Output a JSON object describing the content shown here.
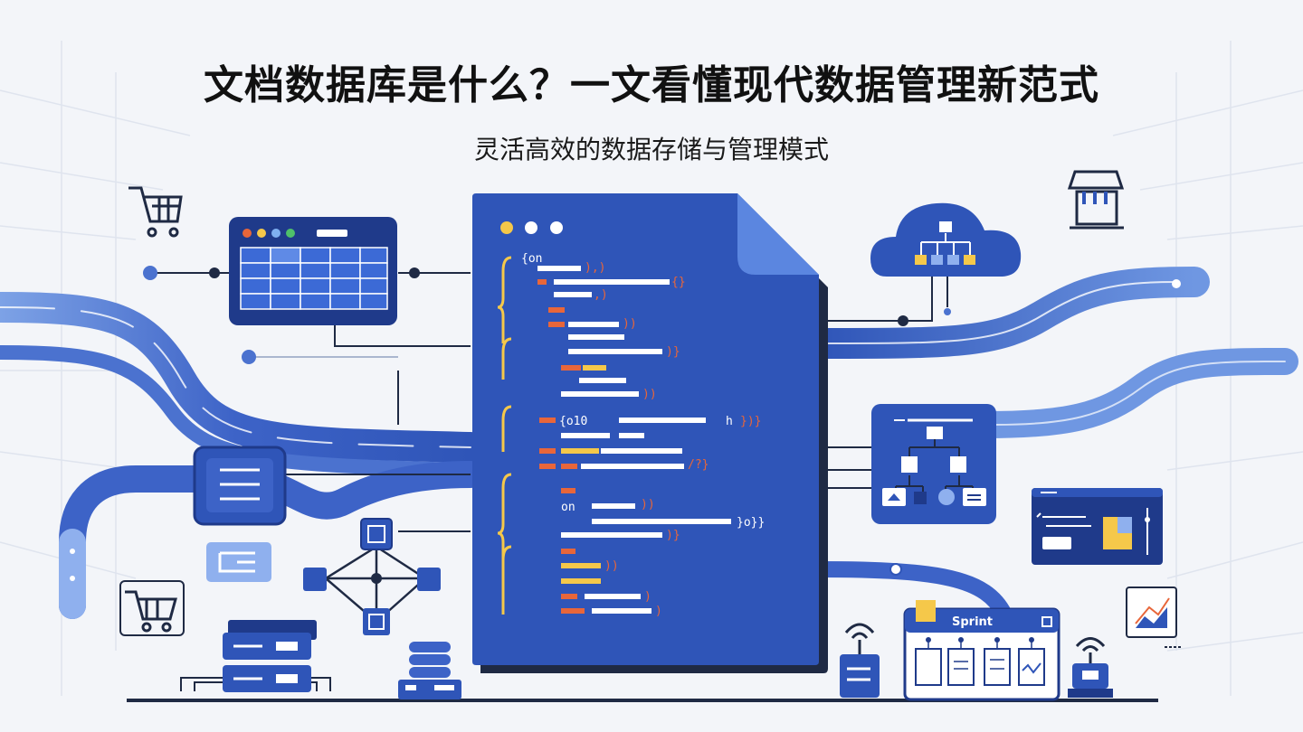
{
  "header": {
    "title": "文档数据库是什么？一文看懂现代数据管理新范式",
    "subtitle": "灵活高效的数据存储与管理模式"
  },
  "document": {
    "code_tokens": [
      "{on",
      "{o10",
      "on",
      "h",
      "})}",
      "}o}}"
    ]
  },
  "board": {
    "label": "Sprint"
  },
  "colors": {
    "primary": "#2f55b8",
    "dark": "#1f3a8a",
    "light_flow": "#5a82d8",
    "accent_orange": "#e8663a",
    "accent_yellow": "#f5c84a",
    "background": "#f3f5f9"
  },
  "icons": [
    "shopping-cart-icon",
    "storefront-icon",
    "cloud-hierarchy-icon",
    "table-window-icon",
    "document-icon",
    "flowchart-icon",
    "network-node-icon",
    "server-stack-icon",
    "database-icon",
    "router-icon",
    "chart-icon",
    "kanban-board-icon",
    "dashboard-window-icon"
  ]
}
